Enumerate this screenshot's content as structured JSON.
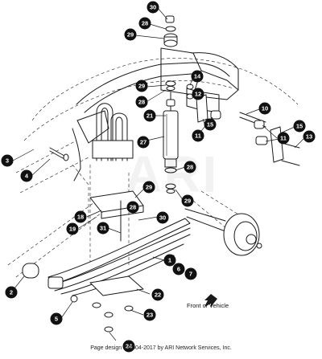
{
  "footer_text": "Page design © 2004-2017 by ARI Network Services, Inc.",
  "watermark": "ARI",
  "direction_label": "Front of Vehicle",
  "callouts": [
    {
      "num": "30"
    },
    {
      "num": "28"
    },
    {
      "num": "29"
    },
    {
      "num": "29"
    },
    {
      "num": "28"
    },
    {
      "num": "14"
    },
    {
      "num": "12"
    },
    {
      "num": "10"
    },
    {
      "num": "21"
    },
    {
      "num": "15"
    },
    {
      "num": "11"
    },
    {
      "num": "15"
    },
    {
      "num": "11"
    },
    {
      "num": "13"
    },
    {
      "num": "27"
    },
    {
      "num": "3"
    },
    {
      "num": "4"
    },
    {
      "num": "28"
    },
    {
      "num": "29"
    },
    {
      "num": "29"
    },
    {
      "num": "28"
    },
    {
      "num": "18"
    },
    {
      "num": "30"
    },
    {
      "num": "19"
    },
    {
      "num": "31"
    },
    {
      "num": "1"
    },
    {
      "num": "6"
    },
    {
      "num": "7"
    },
    {
      "num": "2"
    },
    {
      "num": "22"
    },
    {
      "num": "5"
    },
    {
      "num": "23"
    },
    {
      "num": "24"
    }
  ]
}
